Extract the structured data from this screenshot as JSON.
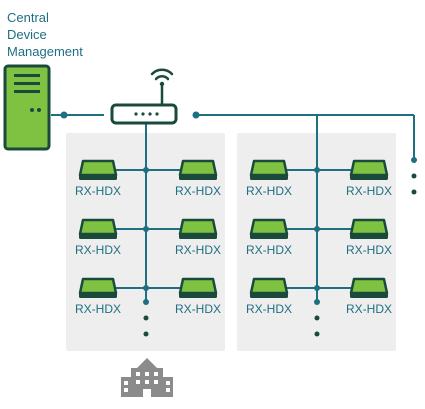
{
  "title": {
    "lines": [
      "Central",
      "Device",
      "Management"
    ]
  },
  "device_label": "RX-HDX",
  "panels": [
    {
      "receivers": [
        "RX-HDX",
        "RX-HDX",
        "RX-HDX",
        "RX-HDX",
        "RX-HDX",
        "RX-HDX"
      ]
    },
    {
      "receivers": [
        "RX-HDX",
        "RX-HDX",
        "RX-HDX",
        "RX-HDX",
        "RX-HDX",
        "RX-HDX"
      ]
    }
  ],
  "icons": {
    "server": "server-icon",
    "router": "router-icon",
    "receiver": "receiver-device-icon",
    "building": "building-icon",
    "more": "ellipsis-icon"
  },
  "colors": {
    "line": "#1e6f82",
    "dark": "#1a4a3c",
    "device_green": "#7fc242",
    "server_green": "#7fc242",
    "panel_bg": "#eeeeee",
    "building_gray": "#8b8b8b"
  }
}
